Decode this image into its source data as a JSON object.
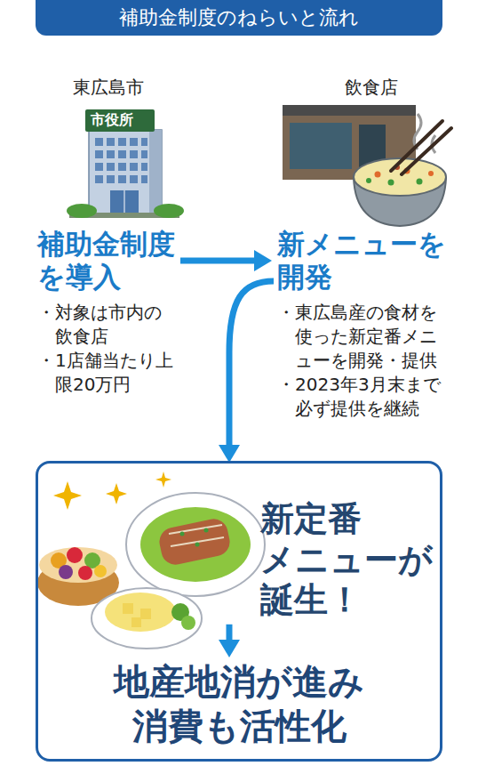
{
  "diagram": {
    "title": "補助金制度のねらいと流れ",
    "nodes": [
      {
        "text": [
          "補助金制度を導入",
          "・対象は市内の飲食店",
          "・1店舗当たり上限20万円"
        ]
      },
      {
        "text": [
          "新メニューを開発",
          "・東広島産の食材を使った新定番メニューを開発・提供",
          "・2023年3月末まで必ず提供を継続"
        ]
      },
      {
        "text": []
      },
      {
        "text": [
          "新定番メニューが誕生！"
        ],
        "in": 2
      },
      {
        "text": [
          "地産地消が進み消費も活性化"
        ],
        "in": 2
      }
    ],
    "edges": [
      {
        "from": 0,
        "to": 1,
        "arrow": "to"
      },
      {
        "from": 1,
        "to": 2,
        "arrow": "to"
      },
      {
        "from": 3,
        "to": 4,
        "arrow": "to"
      }
    ],
    "labels": [
      "東広島市",
      "飲食店",
      "市役所"
    ]
  }
}
